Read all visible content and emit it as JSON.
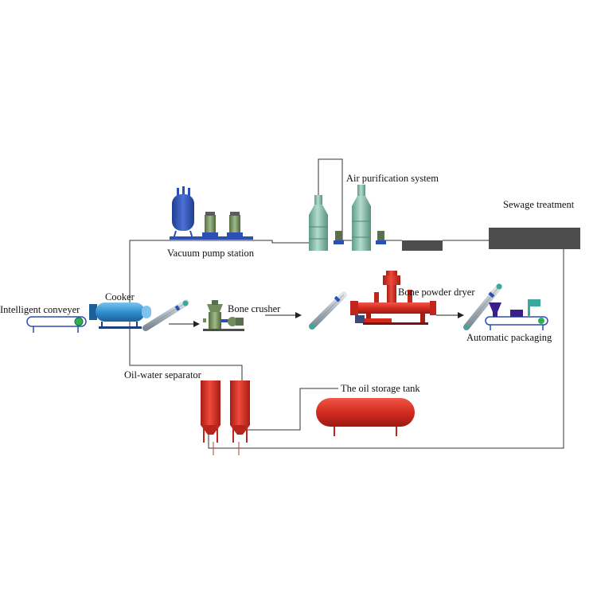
{
  "labels": {
    "air_purification": "Air purification system",
    "sewage_treatment": "Sewage treatment",
    "vacuum_pump_station": "Vacuum pump station",
    "cooker": "Cooker",
    "intelligent_conveyer": "Intelligent conveyer",
    "bone_crusher": "Bone crusher",
    "bone_powder_dryer": "Bone powder dryer",
    "automatic_packaging": "Automatic packaging",
    "oil_water_separator": "Oil-water separator",
    "oil_storage_tank": "The oil storage tank"
  },
  "colors": {
    "tower_green": "#7fb8a4",
    "cooker_blue": "#2f8fd0",
    "red_equipment": "#d42a1e",
    "tank_blue": "#2b4fb3",
    "pump_green": "#6f8c5c",
    "dark_gray": "#4d4d4d",
    "conveyor_gray": "#b8c0c8",
    "accent_purple": "#3a1e8c",
    "accent_teal": "#3aa89b"
  }
}
